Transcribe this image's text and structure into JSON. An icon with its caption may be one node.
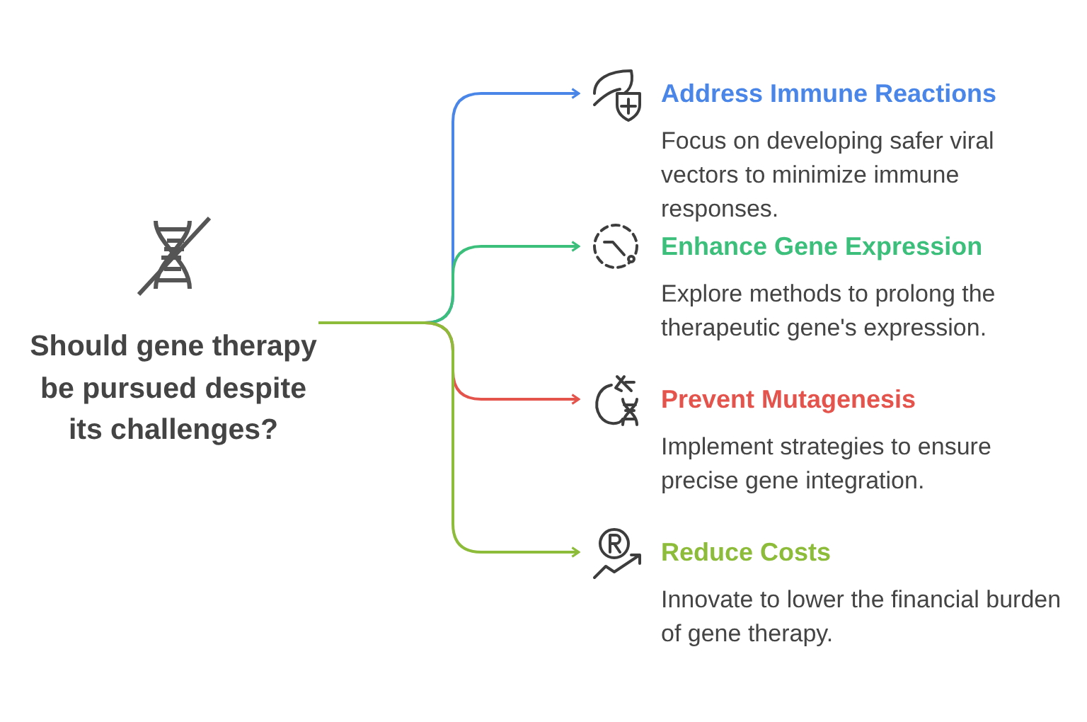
{
  "diagram": {
    "nodes": [
      {
        "text": [
          "Should gene therapy be pursued despite its challenges?"
        ]
      },
      {
        "text": [
          "Address Immune Reactions",
          "Focus on developing safer viral vectors to minimize immune responses."
        ]
      },
      {
        "text": [
          "Enhance Gene Expression",
          "Explore methods to prolong the therapeutic gene's expression."
        ]
      },
      {
        "text": [
          "Prevent Mutagenesis",
          "Implement strategies to ensure precise gene integration."
        ]
      },
      {
        "text": [
          "Reduce Costs",
          "Innovate to lower the financial burden of gene therapy."
        ]
      }
    ],
    "edges": [
      {
        "from": 0,
        "to": 1,
        "arrow": "to",
        "color": "#4a86e8"
      },
      {
        "from": 0,
        "to": 2,
        "arrow": "to",
        "color": "#3dbf7c"
      },
      {
        "from": 0,
        "to": 3,
        "arrow": "to",
        "color": "#e4544c"
      },
      {
        "from": 0,
        "to": 4,
        "arrow": "to",
        "color": "#8dbb3a"
      }
    ]
  }
}
